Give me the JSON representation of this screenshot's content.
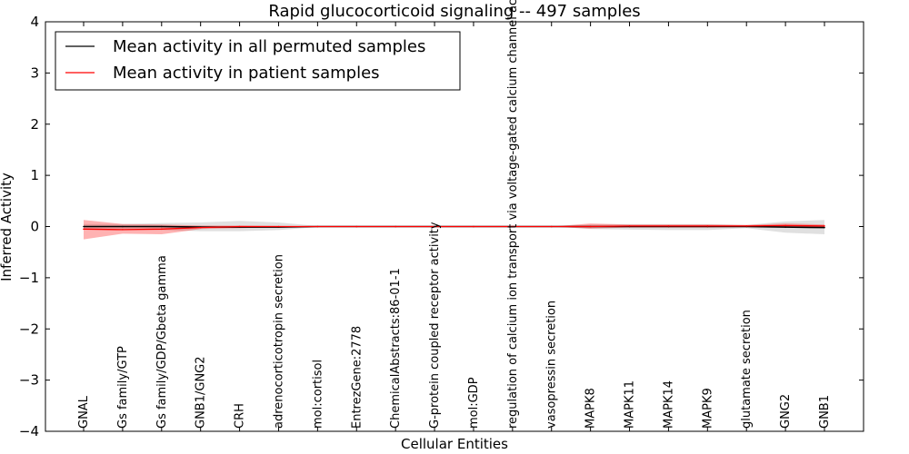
{
  "chart_data": {
    "type": "line",
    "title": "Rapid glucocorticoid signaling -- 497 samples",
    "xlabel": "Cellular Entities",
    "ylabel": "Inferred Activity",
    "ylim": [
      -4,
      4
    ],
    "yticks": [
      4,
      3,
      2,
      1,
      0,
      -1,
      -2,
      -3,
      -4
    ],
    "ytick_labels": [
      "4",
      "3",
      "2",
      "1",
      "0",
      "−1",
      "−2",
      "−3",
      "−4"
    ],
    "grid": false,
    "legend_position": "top-left",
    "categories": [
      "GNAL",
      "Gs family/GTP",
      "Gs family/GDP/Gbeta gamma",
      "GNB1/GNG2",
      "CRH",
      "adrenocorticotropin secretion",
      "mol:cortisol",
      "EntrezGene:2778",
      "ChemicalAbstracts:86-01-1",
      "G-protein coupled receptor activity",
      "mol:GDP",
      "regulation of calcium ion transport via voltage-gated calcium channel activity",
      "vasopressin secretion",
      "MAPK8",
      "MAPK11",
      "MAPK14",
      "MAPK9",
      "glutamate secretion",
      "GNG2",
      "GNB1"
    ],
    "series": [
      {
        "name": "Mean activity in all permuted samples",
        "color": "#000000",
        "values": [
          0,
          0,
          0,
          -0.01,
          -0.01,
          -0.01,
          0,
          0,
          0,
          0,
          0,
          0,
          0,
          0,
          0,
          0,
          0,
          0,
          -0.01,
          -0.02
        ],
        "band_lower": [
          -0.05,
          -0.05,
          -0.07,
          -0.09,
          -0.09,
          -0.07,
          -0.01,
          0,
          0,
          0,
          0,
          0,
          0,
          -0.05,
          -0.06,
          -0.07,
          -0.07,
          -0.03,
          -0.12,
          -0.15
        ],
        "band_upper": [
          0.05,
          0.05,
          0.07,
          0.08,
          0.11,
          0.08,
          0.01,
          0,
          0,
          0,
          0,
          0,
          0,
          0.04,
          0.05,
          0.05,
          0.05,
          0.03,
          0.1,
          0.13
        ]
      },
      {
        "name": "Mean activity in patient samples",
        "color": "#ff0000",
        "values": [
          -0.05,
          -0.06,
          -0.05,
          -0.02,
          0,
          0,
          0,
          0,
          0,
          0,
          0,
          0,
          0,
          0,
          0.01,
          0.01,
          0.01,
          0.01,
          0.02,
          0.01
        ],
        "band_lower": [
          -0.25,
          -0.14,
          -0.15,
          -0.05,
          -0.03,
          -0.01,
          0,
          0,
          0,
          0,
          0,
          0,
          0,
          -0.04,
          -0.02,
          -0.02,
          -0.02,
          -0.01,
          -0.02,
          -0.02
        ],
        "band_upper": [
          0.13,
          0.05,
          0.04,
          0.02,
          0.02,
          0.01,
          0,
          0,
          0,
          0,
          0,
          0,
          0,
          0.06,
          0.04,
          0.04,
          0.04,
          0.03,
          0.06,
          0.04
        ]
      }
    ]
  }
}
